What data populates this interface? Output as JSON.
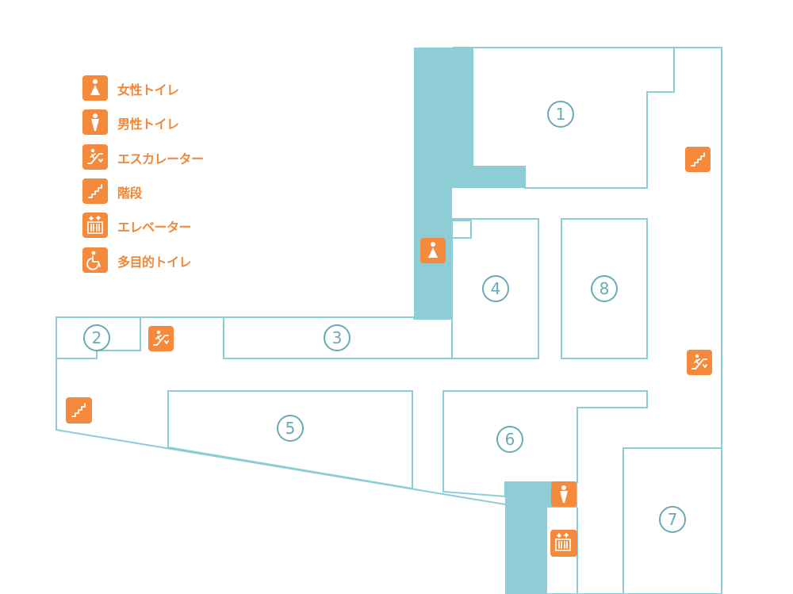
{
  "legend": {
    "items": [
      {
        "icon": "female-toilet-icon",
        "label": "女性トイレ"
      },
      {
        "icon": "male-toilet-icon",
        "label": "男性トイレ"
      },
      {
        "icon": "escalator-icon",
        "label": "エスカレーター"
      },
      {
        "icon": "stairs-icon",
        "label": "階段"
      },
      {
        "icon": "elevator-icon",
        "label": "エレベーター"
      },
      {
        "icon": "accessible-toilet-icon",
        "label": "多目的トイレ"
      }
    ]
  },
  "shops": [
    {
      "id": "1",
      "label": "1"
    },
    {
      "id": "2",
      "label": "2"
    },
    {
      "id": "3",
      "label": "3"
    },
    {
      "id": "4",
      "label": "4"
    },
    {
      "id": "5",
      "label": "5"
    },
    {
      "id": "6",
      "label": "6"
    },
    {
      "id": "7",
      "label": "7"
    },
    {
      "id": "8",
      "label": "8"
    }
  ],
  "colors": {
    "accent": "#f58a3c",
    "wall": "#8fcdd6",
    "core_fill": "#8fcdd6",
    "number": "#6aaab4"
  }
}
